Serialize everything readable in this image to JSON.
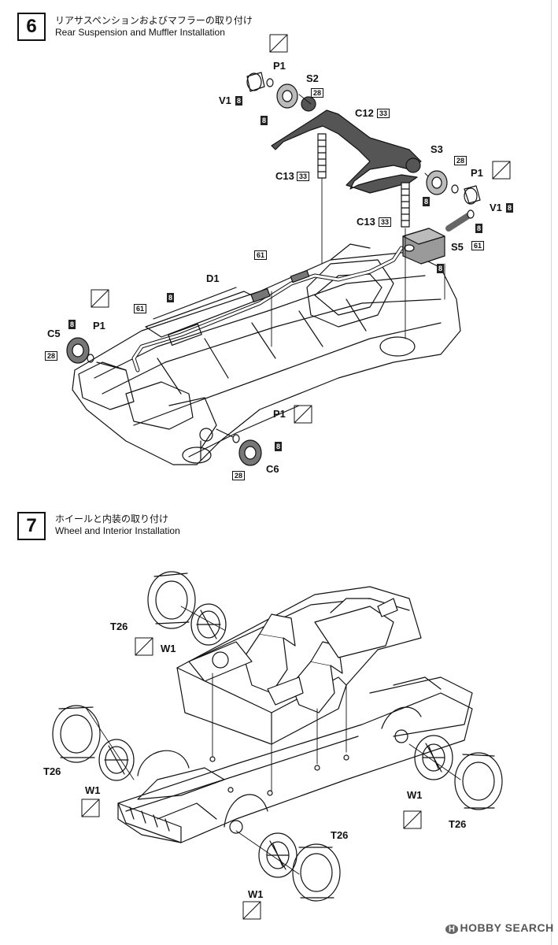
{
  "steps": [
    {
      "number": "6",
      "title_jp": "リアサスペンションおよびマフラーの取り付け",
      "title_en": "Rear Suspension and Muffler Installation"
    },
    {
      "number": "7",
      "title_jp": "ホイールと内装の取り付け",
      "title_en": "Wheel and Interior Installation"
    }
  ],
  "step6_labels": {
    "p1_top": "P1",
    "s2": "S2",
    "v1_left": "V1",
    "c12": "C12",
    "s3": "S3",
    "p1_right": "P1",
    "v1_right": "V1",
    "c13_left": "C13",
    "c13_right": "C13",
    "s5": "S5",
    "d1": "D1",
    "c5": "C5",
    "p1_left": "P1",
    "p1_bottom": "P1",
    "c6": "C6"
  },
  "step6_badges": {
    "n8": "8",
    "n28": "28",
    "n33": "33",
    "n61": "61"
  },
  "step7_labels": {
    "t26_tl": "T26",
    "w1_tl": "W1",
    "t26_ml": "T26",
    "w1_ml": "W1",
    "w1_br": "W1",
    "t26_br": "T26",
    "t26_bm": "T26",
    "w1_bm": "W1"
  },
  "watermark": {
    "mark": "H",
    "text": "HOBBY SEARCH"
  },
  "colors": {
    "ink": "#111111",
    "part_fill": "#555555",
    "muffler": "#9a9a9a"
  }
}
